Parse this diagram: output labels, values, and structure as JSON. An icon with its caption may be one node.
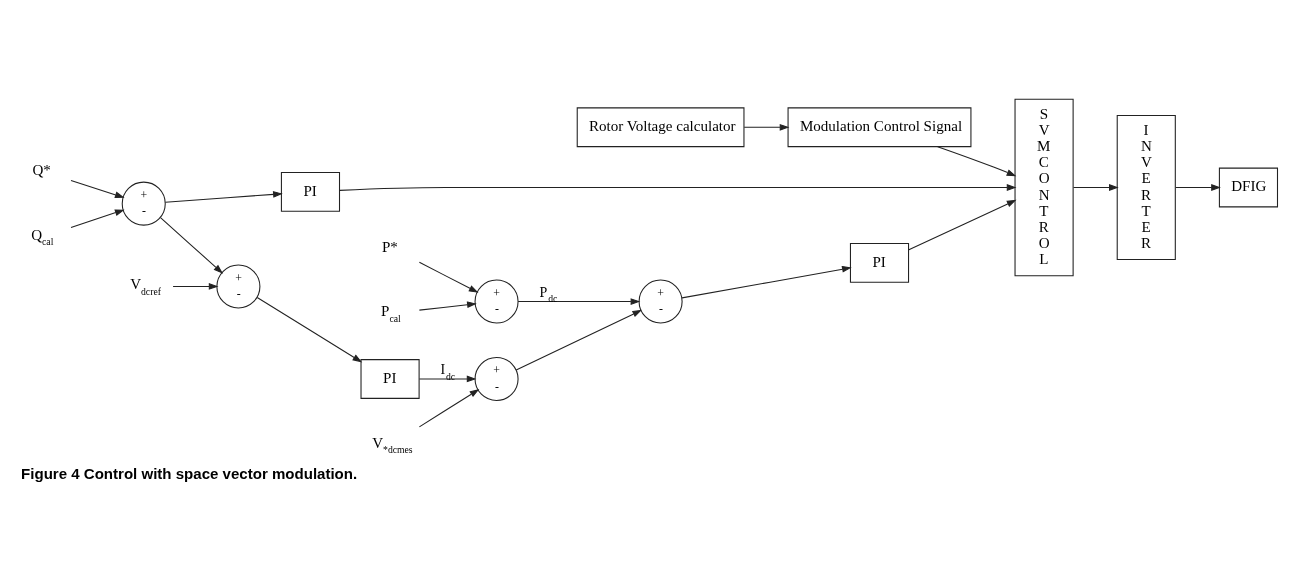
{
  "diagram": {
    "caption": "Figure 4 Control with space vector modulation.",
    "nodes": [
      {
        "text": [
          "Rotor Voltage calculator"
        ]
      },
      {
        "text": [
          "Modulation Control Signal"
        ]
      },
      {
        "text": [
          "P*"
        ]
      },
      {
        "text": [
          "+",
          "-"
        ]
      },
      {
        "text": [
          "P$_{cal}$"
        ]
      },
      {
        "text": [
          "+",
          "-"
        ]
      },
      {
        "text": [
          "PI"
        ]
      },
      {
        "text": [
          "S V M C O N T R O L"
        ]
      },
      {
        "text": [
          "I N V E R T E R"
        ]
      },
      {
        "text": [
          "DFIG"
        ]
      },
      {
        "text": [
          "V$_{dcref}$"
        ]
      },
      {
        "text": [
          "+",
          "-"
        ]
      },
      {
        "text": [
          "PI"
        ]
      },
      {
        "text": [
          "+",
          "-"
        ]
      },
      {
        "text": [
          "V$_{*dcmes}$"
        ]
      },
      {
        "text": [
          "Q*"
        ]
      },
      {
        "text": [
          "+",
          "-"
        ]
      },
      {
        "text": [
          "PI"
        ]
      },
      {
        "text": [
          "Q$_{cal}$"
        ]
      }
    ],
    "edges": [
      {
        "from": 0,
        "to": 1,
        "arrow": "to"
      },
      {
        "from": 1,
        "to": 7,
        "arrow": "to"
      },
      {
        "from": 2,
        "to": 3,
        "arrow": "to"
      },
      {
        "from": 4,
        "to": 3,
        "arrow": "to"
      },
      {
        "from": 3,
        "to": 5,
        "arrow": "to",
        "label": "P$_{dc}$"
      },
      {
        "from": 5,
        "to": 6,
        "arrow": "to"
      },
      {
        "from": 6,
        "to": 7,
        "arrow": "to"
      },
      {
        "from": 10,
        "to": 11,
        "arrow": "to"
      },
      {
        "from": 11,
        "to": 12,
        "arrow": "to"
      },
      {
        "from": 12,
        "to": 13,
        "arrow": "to",
        "label": "I$_{dc}$"
      },
      {
        "from": 13,
        "to": 5,
        "arrow": "to"
      },
      {
        "from": 14,
        "to": 13,
        "arrow": "to"
      },
      {
        "from": 16,
        "to": 11,
        "arrow": "to"
      },
      {
        "from": 15,
        "to": 16,
        "arrow": "to"
      },
      {
        "from": 18,
        "to": 16,
        "arrow": "to"
      },
      {
        "from": 16,
        "to": 17,
        "arrow": "to"
      },
      {
        "from": 17,
        "to": 7,
        "arrow": "to"
      },
      {
        "from": 7,
        "to": 8,
        "arrow": "to"
      },
      {
        "from": 8,
        "to": 9,
        "arrow": "to"
      }
    ]
  }
}
